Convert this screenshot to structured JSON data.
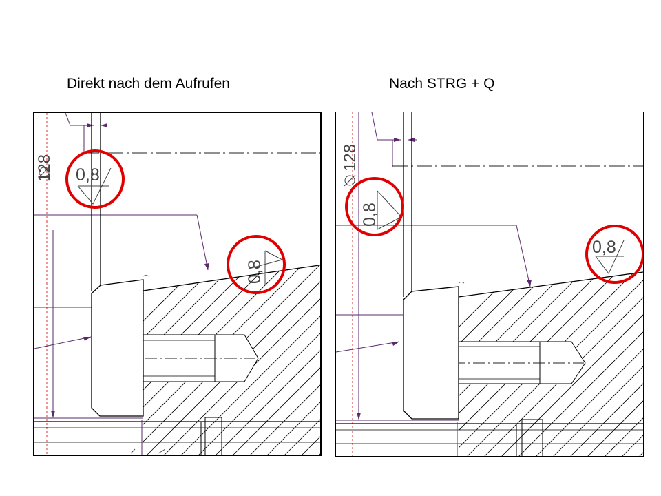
{
  "captions": {
    "left": "Direkt nach dem Aufrufen",
    "right": "Nach STRG + Q"
  },
  "labels": {
    "diameter": "128",
    "roughness": "0,8"
  },
  "colors": {
    "geometry": "#000000",
    "dimension": "#5a2a6a",
    "centerline_red": "#e03030",
    "highlight_circle": "#e00000"
  },
  "icons": {
    "diameter_symbol": "diameter-symbol-icon",
    "surface_finish": "surface-finish-symbol-icon"
  }
}
